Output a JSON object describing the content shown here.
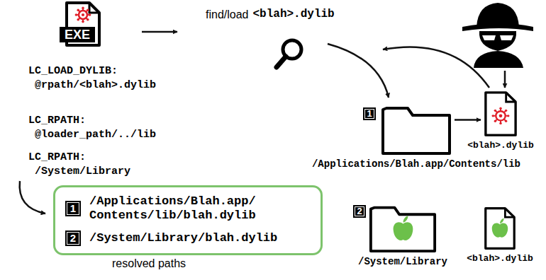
{
  "diagram": {
    "nodes": [
      {
        "text": [
          "EXE"
        ]
      },
      {
        "text": [
          "/Applications/Blah.app/Contents/lib"
        ]
      },
      {
        "text": [
          "<blah>.dylib"
        ]
      },
      {
        "text": [
          "/System/Library"
        ]
      },
      {
        "text": [
          "<blah>.dylib"
        ]
      },
      {
        "text": [
          "/Applications/Blah.app/ Contents/lib/blah.dylib",
          "/System/Library/blah.dylib",
          "resolved paths"
        ]
      }
    ],
    "edges": [
      {
        "from": 1,
        "to": 2,
        "arrow": "to"
      }
    ],
    "labels": [
      "find/load",
      "<blah>.dylib",
      "LC_LOAD_DYLIB:",
      "@rpath/<blah>.dylib",
      "LC_RPATH:",
      "@loader_path/../lib",
      "LC_RPATH:",
      "/System/Library",
      "1",
      "2",
      "1",
      "2"
    ]
  }
}
